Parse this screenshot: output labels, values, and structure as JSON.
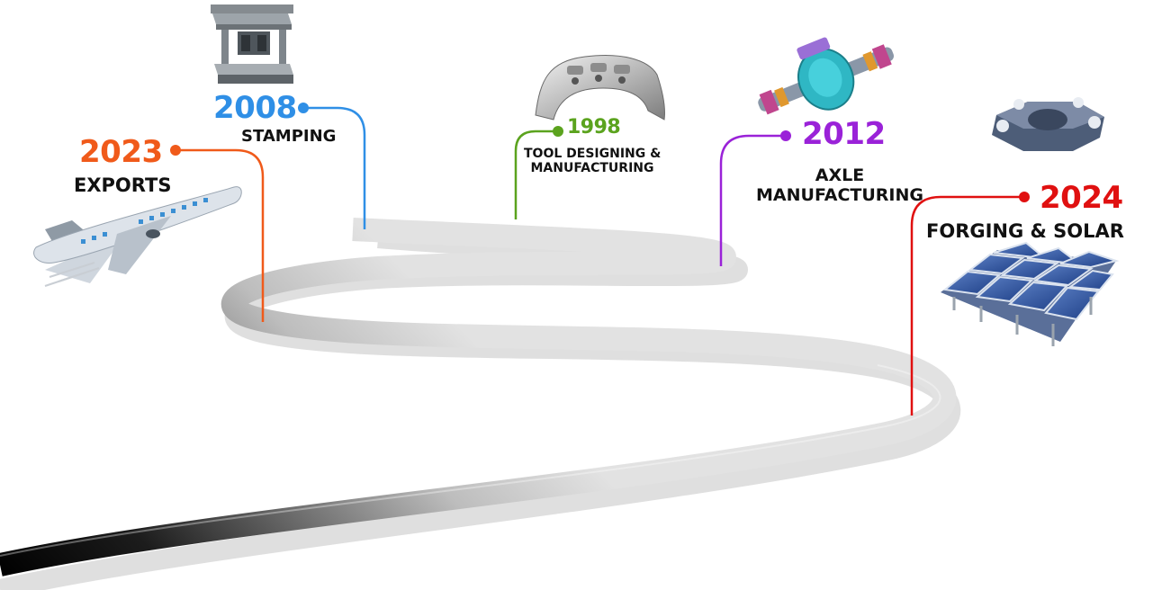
{
  "milestones": [
    {
      "year": "2023",
      "label": "EXPORTS",
      "color": "#f05a1a",
      "icon": "airplane-icon"
    },
    {
      "year": "2008",
      "label": "STAMPING",
      "color": "#2f8fe6",
      "icon": "stamping-die-icon"
    },
    {
      "year": "1998",
      "label": "TOOL DESIGNING & MANUFACTURING",
      "label_lines": [
        "TOOL DESIGNING &",
        "MANUFACTURING"
      ],
      "color": "#5ba31e",
      "icon": "pressed-sheet-part-icon"
    },
    {
      "year": "2012",
      "label": "AXLE MANUFACTURING",
      "label_lines": [
        "AXLE",
        "MANUFACTURING"
      ],
      "color": "#9a22d8",
      "icon": "axle-assembly-icon"
    },
    {
      "year": "2024",
      "label": "FORGING & SOLAR",
      "color": "#e01010",
      "icon": "forged-part-icon",
      "icon2": "solar-panel-icon"
    }
  ]
}
